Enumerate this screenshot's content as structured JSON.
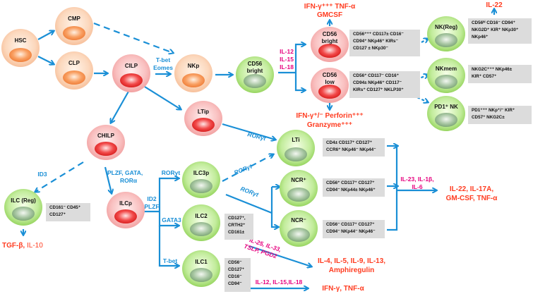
{
  "title": "Innate lymphoid cell and NK cell development",
  "colors": {
    "arrow": "#1a8fd6",
    "transcription_factor": "#1a8fd6",
    "cytokine_input": "#e6007e",
    "cytokine_output": "#ff3b1f",
    "progenitor_peach": "#f9c9a6",
    "progenitor_red": "#f7b1b1",
    "mature_green": "#a9e07f",
    "marker_box": "#dcdcdc"
  },
  "cells": {
    "hsc": "HSC",
    "cmp": "CMP",
    "clp": "CLP",
    "cilp": "CILP",
    "nkp": "NKp",
    "cd56_bright_a": [
      "CD56",
      "bright"
    ],
    "cd56_bright_b": [
      "CD56",
      "bright"
    ],
    "cd56_low": [
      "CD56",
      "low"
    ],
    "nk_reg": "NK(Reg)",
    "nkmem": "NKmem",
    "pd1_nk": "PD1⁺ NK",
    "ltip": "LTip",
    "chilp": "CHILP",
    "ilc_reg": "ILC (Reg)",
    "ilcp": "ILCp",
    "ilc3p": "ILC3p",
    "lti": "LTi",
    "ncr_pos": "NCR⁺",
    "ncr_neg": "NCR⁻",
    "ilc2": "ILC2",
    "ilc1": "ILC1"
  },
  "transcription_factors": {
    "tbet_eomes": [
      "T-bet",
      "Eomes"
    ],
    "rorgt_ltip": "RORγt",
    "rorgt_dashed": "RORγt",
    "rorgt_ncr": "RORγt",
    "id3": "ID3",
    "plzf_gata": [
      "PLZF, GATA,",
      "RORα"
    ],
    "id2_plzf": [
      "ID2",
      "PLZF"
    ],
    "rorgt_branch": "RORγt",
    "gata3": "GATA3",
    "tbet": "T-bet"
  },
  "input_cytokines": {
    "il12_15_18": [
      "IL-12",
      "IL-15",
      "IL-18"
    ],
    "ilc3": [
      "IL-23, IL-1β,",
      "IL-6"
    ],
    "ilc2": [
      "IL-25, IL-33,",
      "TSLP, PGD2"
    ],
    "ilc1": "IL-12, IL-15,IL-18"
  },
  "outputs": {
    "cd56_bright": [
      "IFN-γ⁺⁺⁺ TNF-α",
      "GMCSF"
    ],
    "cd56_low": [
      "IFN-γ⁺/⁻ Perforin⁺⁺⁺",
      "Granzyme⁺⁺⁺"
    ],
    "nk_reg": "IL-22",
    "ilc_reg_part1": "TGF-β,",
    "ilc_reg_part2": " IL-10",
    "ilc3": [
      "IL-22, IL-17A,",
      "GM-CSF, TNF-α"
    ],
    "ilc2": [
      "IL-4, IL-5, IL-9, IL-13,",
      "Amphiregulin"
    ],
    "ilc1": "IFN-γ, TNF-α"
  },
  "marker_boxes": {
    "cd56_bright": [
      "CD56⁺⁺⁺ CD117± CD16⁻",
      "CD94⁺ NKp46⁺ KIRs⁻",
      "CD127 ± NKp30⁻"
    ],
    "cd56_low": [
      "CD56⁺ CD117⁻ CD16⁺",
      "CD94± NKp46⁺ CD117⁻",
      "KIRs⁺ CD127⁺ NKLP30⁺"
    ],
    "nk_reg": [
      "CD56ʰⁱ CD16⁻ CD94⁺",
      "NKG2D⁺ KIR⁺ NKp30⁺",
      "NKp46⁺"
    ],
    "nkmem": [
      "NKG2C⁺⁺⁺ NKp46±",
      "KIR⁺ CD57⁺"
    ],
    "pd1_nk": [
      "PD1⁺⁺⁺ NKp⁺/⁻ KIR⁺",
      "CD57⁺ NKG2C±"
    ],
    "ilc_reg": [
      "CD161⁻ CD45⁺",
      "CD127⁺"
    ],
    "lti": [
      "CD4± CD117⁺ CD127⁺",
      "CCR6⁺ NKp46⁻ NKp44⁻"
    ],
    "ncr_pos": [
      "CD56⁺ CD117⁺ CD127⁺",
      "CD94⁻ NKp44± NKp46⁺"
    ],
    "ncr_neg": [
      "CD56⁻ CD117⁺ CD127⁺",
      "CD94⁻ NKp44⁻ NKp46⁻"
    ],
    "ilc2": [
      "CD127⁺,",
      "CRTH2⁺",
      "CD161±"
    ],
    "ilc1": [
      "CD56⁻",
      "CD127⁺",
      "CD16⁻",
      "CD94⁻"
    ]
  }
}
